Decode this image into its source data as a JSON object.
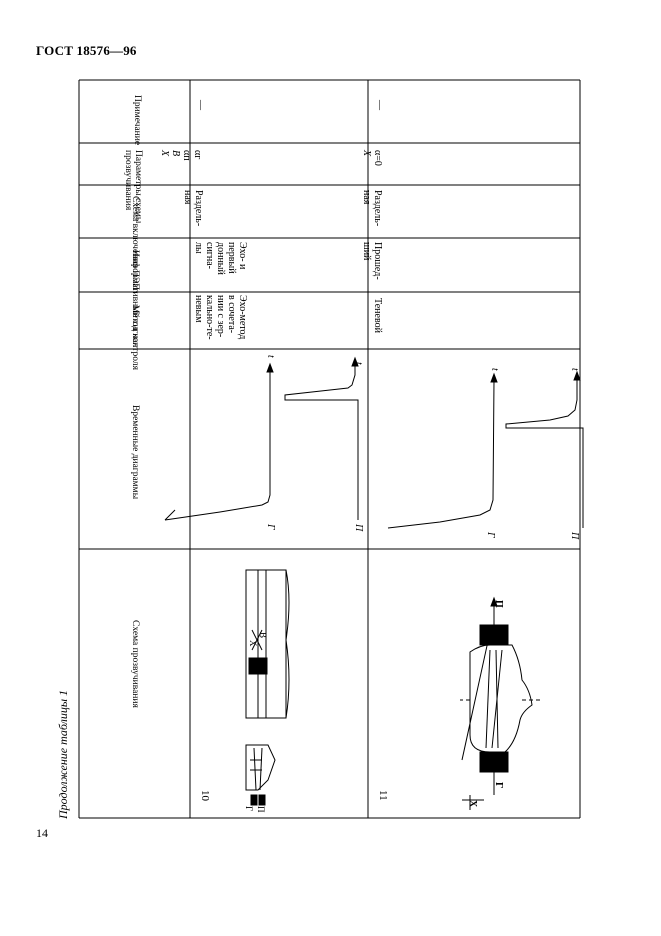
{
  "standard": "ГОСТ 18576—96",
  "page_number": "14",
  "continuation_caption": "Продолжение таблицы 1",
  "headers": {
    "note": "Примечание",
    "params_line1": "Параметры схемы",
    "params_line2": "прозвучивания",
    "pep_scheme": "Схема включения ПЭП",
    "info_signal": "Информативный сигнал",
    "method": "Метод контроля",
    "time_diagrams": "Временные диаграммы",
    "sounding_scheme": "Схема прозвучивания"
  },
  "rows": [
    {
      "number": "10",
      "note": "—",
      "params": [
        "αг",
        "αп",
        "В",
        "Х"
      ],
      "pep": [
        "Раздель-",
        "ная"
      ],
      "signal": [
        "Эхо- и",
        "первый",
        "донный",
        "сигна-",
        "лы"
      ],
      "method": [
        "Эхо-метод",
        "в сочета-",
        "нии с зер-",
        "кально-те-",
        "невым"
      ],
      "diag_labels": [
        "t",
        "t",
        "Г",
        "П"
      ]
    },
    {
      "number": "11",
      "note": "—",
      "params": [
        "α=0",
        "Х"
      ],
      "pep": [
        "Раздель-",
        "ная"
      ],
      "signal": [
        "Прошед-",
        "ший"
      ],
      "method": [
        "Теневой"
      ],
      "diag_labels": [
        "t",
        "t",
        "Г",
        "П"
      ]
    }
  ],
  "scheme_labels": {
    "row10_g": "Г",
    "row10_p": "П",
    "row10_x": "Х",
    "row10_b": "В",
    "row11_g": "Г",
    "row11_p": "П",
    "row11_x": "Х"
  }
}
